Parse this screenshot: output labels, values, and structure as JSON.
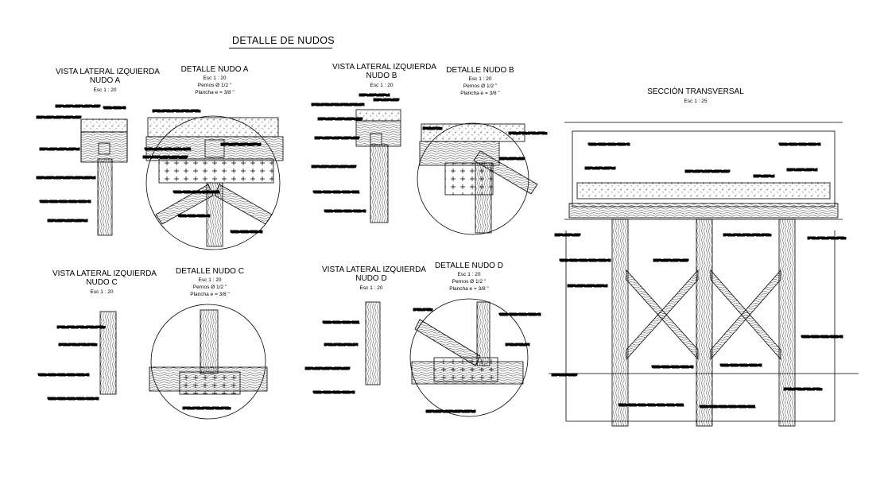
{
  "title": "DETALLE DE NUDOS",
  "views": {
    "lateral_a": {
      "line1": "VISTA LATERAL IZQUIERDA",
      "line2": "NUDO A",
      "scale": "Esc  1 : 20"
    },
    "detail_a": {
      "title": "DETALLE NUDO A",
      "scale": "Esc  1 : 20",
      "bolts": "Pernos  Ø 1/2 \"",
      "plate": "Plancha  e = 3/8 \""
    },
    "lateral_b": {
      "line1": "VISTA LATERAL IZQUIERDA",
      "line2": "NUDO B",
      "scale": "Esc  1 : 20"
    },
    "detail_b": {
      "title": "DETALLE NUDO B",
      "scale": "Esc  1 : 20",
      "bolts": "Pernos  Ø 1/2 \"",
      "plate": "Plancha  e = 3/8 \""
    },
    "section": {
      "title": "SECCIÓN TRANSVERSAL",
      "scale": "Esc  1 : 25"
    },
    "lateral_c": {
      "line1": "VISTA LATERAL IZQUIERDA",
      "line2": "NUDO C",
      "scale": "Esc  1 : 20"
    },
    "detail_c": {
      "title": "DETALLE NUDO C",
      "scale": "Esc  1 : 20",
      "bolts": "Pernos  Ø 1/2 \"",
      "plate": "Plancha  e = 3/8 \""
    },
    "lateral_d": {
      "line1": "VISTA LATERAL IZQUIERDA",
      "line2": "NUDO D",
      "scale": "Esc  1 : 20"
    },
    "detail_d": {
      "title": "DETALLE NUDO D",
      "scale": "Esc  1 : 20",
      "bolts": "Pernos  Ø 1/2 \"",
      "plate": "Plancha  e = 3/8 \""
    }
  },
  "colors": {
    "ink": "#000000",
    "paper": "#ffffff"
  }
}
